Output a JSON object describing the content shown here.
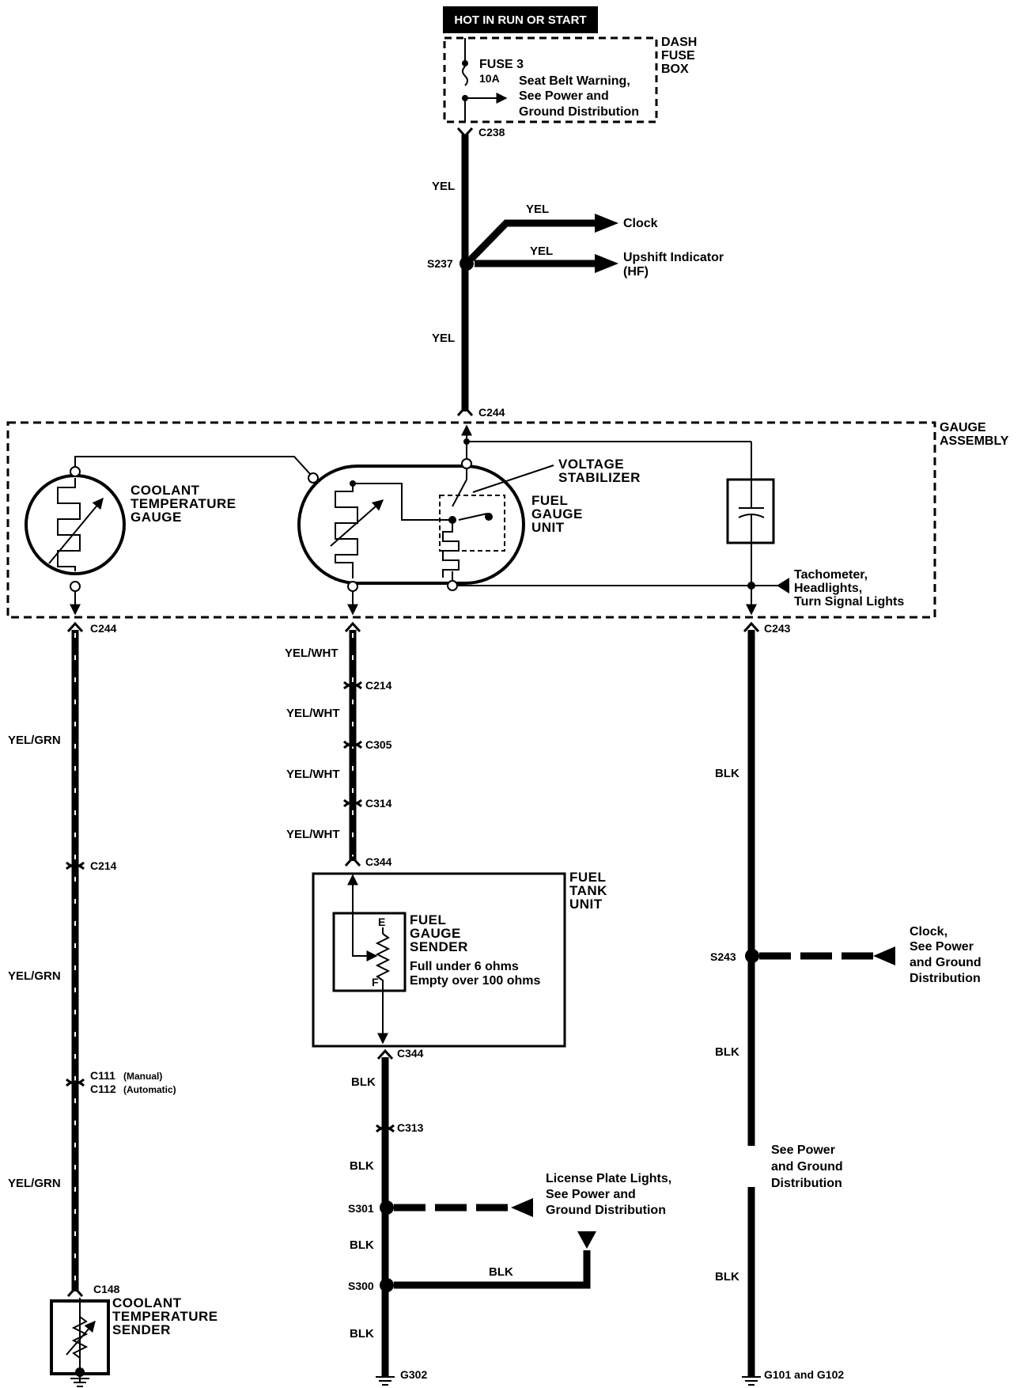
{
  "power": {
    "header": "HOT IN RUN OR START",
    "fuse_box": [
      "DASH",
      "FUSE",
      "BOX"
    ],
    "fuse_name": "FUSE 3",
    "fuse_rating": "10A",
    "fuse_branch": [
      "Seat Belt Warning,",
      "See Power and",
      "Ground Distribution"
    ]
  },
  "wires": {
    "yel": "YEL",
    "yel_grn": "YEL/GRN",
    "yel_wht": "YEL/WHT",
    "blk": "BLK"
  },
  "connectors": {
    "c238": "C238",
    "s237": "S237",
    "c244": "C244",
    "c243": "C243",
    "c214": "C214",
    "c305": "C305",
    "c314": "C314",
    "c344": "C344",
    "c313": "C313",
    "c111": "C111",
    "c111_note": "(Manual)",
    "c112": "C112",
    "c112_note": "(Automatic)",
    "c148": "C148",
    "s243": "S243",
    "s301": "S301",
    "s300": "S300",
    "g302": "G302",
    "g101": "G101 and G102"
  },
  "outputs": {
    "clock": "Clock",
    "upshift": [
      "Upshift Indicator",
      "(HF)"
    ],
    "tach": [
      "Tachometer,",
      "Headlights,",
      "Turn Signal Lights"
    ],
    "clock_pg": [
      "Clock,",
      "See Power",
      "and Ground",
      "Distribution"
    ],
    "license": [
      "License Plate Lights,",
      "See Power and",
      "Ground Distribution"
    ],
    "see_pg": [
      "See Power",
      "and Ground",
      "Distribution"
    ]
  },
  "components": {
    "gauge_assembly": [
      "GAUGE",
      "ASSEMBLY"
    ],
    "coolant_gauge": [
      "COOLANT",
      "TEMPERATURE",
      "GAUGE"
    ],
    "voltage_stabilizer": [
      "VOLTAGE",
      "STABILIZER"
    ],
    "fuel_gauge_unit": [
      "FUEL",
      "GAUGE",
      "UNIT"
    ],
    "fuel_tank_unit": [
      "FUEL",
      "TANK",
      "UNIT"
    ],
    "fuel_sender": [
      "FUEL",
      "GAUGE",
      "SENDER"
    ],
    "sender_e": "E",
    "sender_f": "F",
    "sender_spec": [
      "Full under 6 ohms",
      "Empty over 100 ohms"
    ],
    "coolant_sender": [
      "COOLANT",
      "TEMPERATURE",
      "SENDER"
    ]
  }
}
